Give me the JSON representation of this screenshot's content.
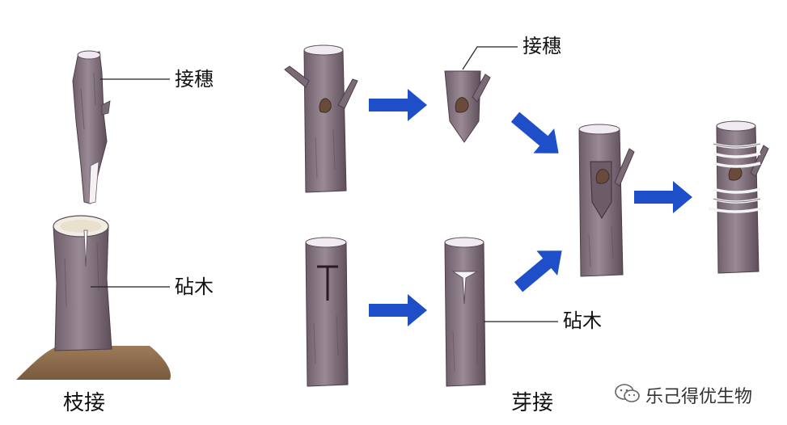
{
  "labels": {
    "scion_left": "接穗",
    "rootstock_left": "砧木",
    "scion_bud": "接穗",
    "rootstock_bud": "砧木"
  },
  "captions": {
    "branch_grafting": "枝接",
    "bud_grafting": "芽接"
  },
  "watermark": {
    "text": "乐己得优生物",
    "icon": "wechat-icon"
  },
  "colors": {
    "bark": "#8a7a86",
    "bark_dark": "#5a4a56",
    "arrow": "#1f4fc8",
    "soil": "#8a6a4a"
  }
}
